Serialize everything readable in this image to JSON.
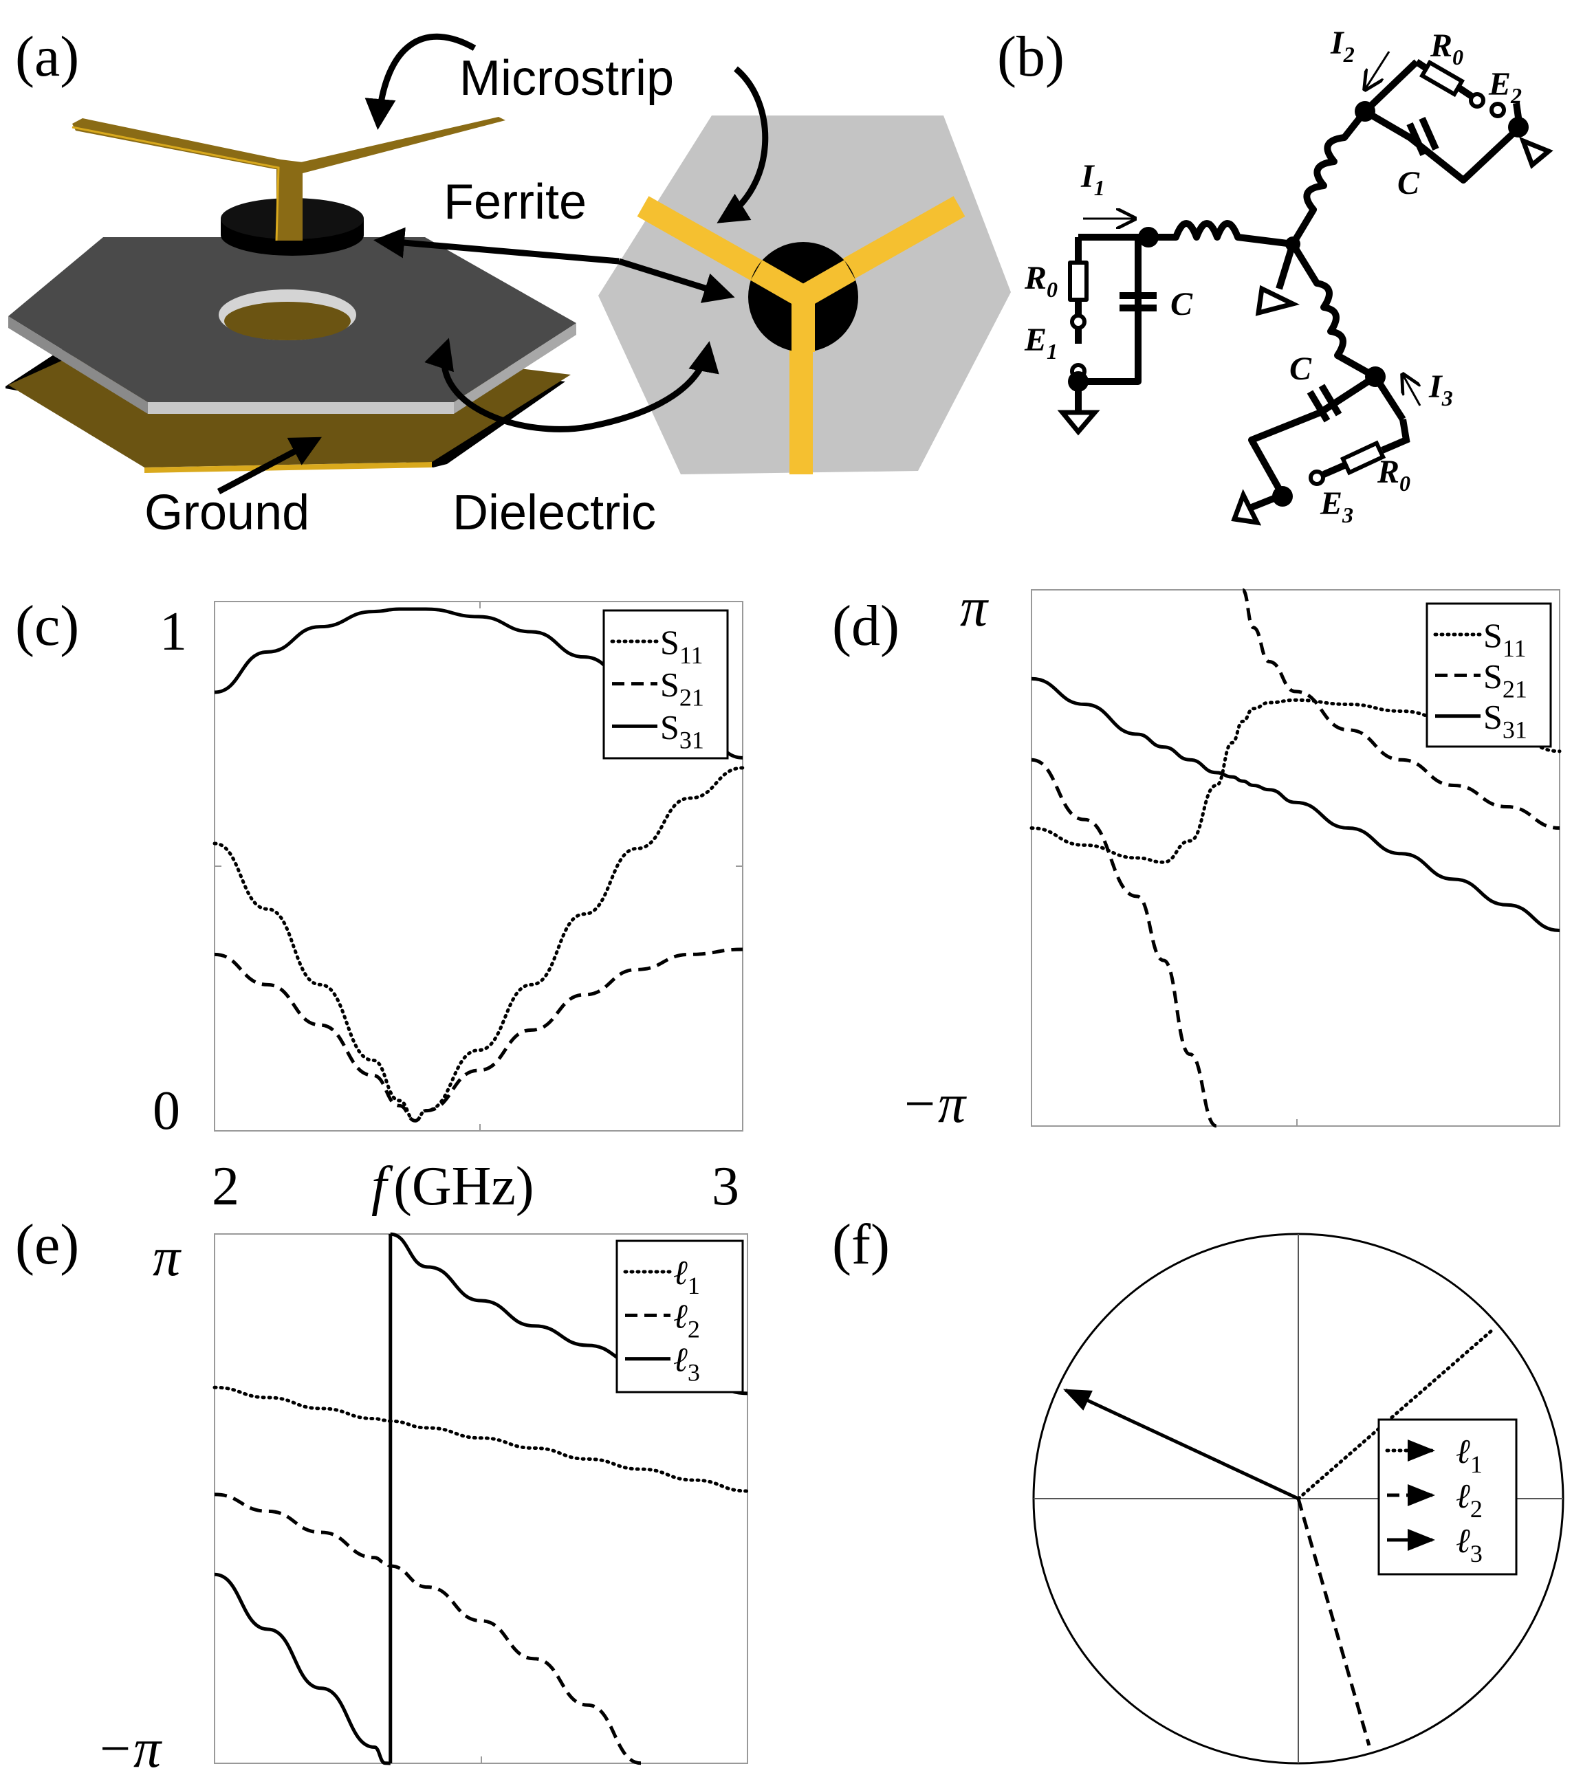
{
  "panels": {
    "a": {
      "label": "(a)",
      "labels": {
        "microstrip": "Microstrip",
        "ferrite": "Ferrite",
        "ground": "Ground",
        "dielectric": "Dielectric"
      },
      "colors": {
        "gold": "#d9a91d",
        "gold_dark": "#6b5412",
        "dielectric": "#4a4a4a",
        "plate_gray": "#c4c4c4",
        "ferrite": "#000000"
      }
    },
    "b": {
      "label": "(b)",
      "labels": {
        "I1": "I",
        "I1_sub": "1",
        "I2": "I",
        "I2_sub": "2",
        "I3": "I",
        "I3_sub": "3",
        "E1": "E",
        "E1_sub": "1",
        "E2": "E",
        "E2_sub": "2",
        "E3": "E",
        "E3_sub": "3",
        "R0": "R",
        "R0_sub": "0",
        "C": "C"
      }
    },
    "c": {
      "label": "(c)",
      "y_ticks": {
        "top": "1",
        "bottom": "0"
      },
      "x_ticks": {
        "left": "2",
        "right": "3"
      },
      "x_label_sym": "f",
      "x_label_unit": "(GHz)",
      "legend": [
        {
          "name": "S",
          "sub": "11",
          "style": "dotted"
        },
        {
          "name": "S",
          "sub": "21",
          "style": "dashed"
        },
        {
          "name": "S",
          "sub": "31",
          "style": "solid"
        }
      ]
    },
    "d": {
      "label": "(d)",
      "y_ticks": {
        "top": "π",
        "bottom": "−π"
      },
      "legend": [
        {
          "name": "S",
          "sub": "11",
          "style": "dotted"
        },
        {
          "name": "S",
          "sub": "21",
          "style": "dashed"
        },
        {
          "name": "S",
          "sub": "31",
          "style": "solid"
        }
      ]
    },
    "e": {
      "label": "(e)",
      "y_ticks": {
        "top": "π",
        "bottom": "−π"
      },
      "legend": [
        {
          "name": "ℓ",
          "sub": "1",
          "style": "dotted"
        },
        {
          "name": "ℓ",
          "sub": "2",
          "style": "dashed"
        },
        {
          "name": "ℓ",
          "sub": "3",
          "style": "solid"
        }
      ]
    },
    "f": {
      "label": "(f)",
      "legend": [
        {
          "name": "ℓ",
          "sub": "1",
          "style": "dotted"
        },
        {
          "name": "ℓ",
          "sub": "2",
          "style": "dashed"
        },
        {
          "name": "ℓ",
          "sub": "3",
          "style": "solid"
        }
      ]
    }
  },
  "chart_data": [
    {
      "panel": "c",
      "type": "line",
      "x": [
        2.0,
        2.1,
        2.2,
        2.3,
        2.35,
        2.38,
        2.4,
        2.5,
        2.6,
        2.7,
        2.8,
        2.9,
        3.0
      ],
      "xlim": [
        2,
        3
      ],
      "ylim": [
        0,
        1.05
      ],
      "series": [
        {
          "name": "S11",
          "style": "dotted",
          "values": [
            0.57,
            0.44,
            0.29,
            0.14,
            0.06,
            0.02,
            0.04,
            0.16,
            0.29,
            0.43,
            0.56,
            0.66,
            0.72
          ]
        },
        {
          "name": "S21",
          "style": "dashed",
          "values": [
            0.35,
            0.29,
            0.21,
            0.11,
            0.05,
            0.02,
            0.04,
            0.12,
            0.2,
            0.27,
            0.32,
            0.35,
            0.36
          ]
        },
        {
          "name": "S31",
          "style": "solid",
          "values": [
            0.87,
            0.95,
            1.0,
            1.03,
            1.035,
            1.035,
            1.035,
            1.02,
            0.99,
            0.94,
            0.88,
            0.81,
            0.74
          ]
        }
      ]
    },
    {
      "panel": "d",
      "type": "line",
      "x": [
        2.0,
        2.1,
        2.2,
        2.25,
        2.3,
        2.35,
        2.38,
        2.4,
        2.42,
        2.45,
        2.5,
        2.6,
        2.7,
        2.8,
        2.9,
        3.0
      ],
      "xlim": [
        2,
        3
      ],
      "ylim": [
        -3.1416,
        3.1416
      ],
      "series": [
        {
          "name": "S11",
          "style": "dotted",
          "values": [
            0.35,
            0.15,
            -0.0,
            -0.05,
            0.2,
            0.85,
            1.35,
            1.6,
            1.75,
            1.82,
            1.85,
            1.8,
            1.72,
            1.6,
            1.45,
            1.25
          ]
        },
        {
          "name": "S21",
          "style": "dashed",
          "values": [
            1.15,
            0.45,
            -0.45,
            -1.2,
            -2.3,
            -3.14,
            null,
            3.14,
            2.7,
            2.3,
            1.95,
            1.5,
            1.15,
            0.85,
            0.6,
            0.35
          ]
        },
        {
          "name": "S31",
          "style": "solid",
          "values": [
            2.1,
            1.8,
            1.45,
            1.3,
            1.15,
            1.0,
            0.95,
            0.9,
            0.85,
            0.8,
            0.65,
            0.35,
            0.05,
            -0.25,
            -0.55,
            -0.85
          ]
        }
      ]
    },
    {
      "panel": "e",
      "type": "line",
      "x": [
        2.0,
        2.1,
        2.2,
        2.3,
        2.32,
        2.33,
        2.4,
        2.5,
        2.6,
        2.7,
        2.8,
        2.9,
        3.0
      ],
      "xlim": [
        2,
        3
      ],
      "ylim": [
        -3.1416,
        3.1416
      ],
      "series": [
        {
          "name": "ℓ1",
          "style": "dotted",
          "values": [
            1.32,
            1.2,
            1.07,
            0.95,
            0.93,
            0.92,
            0.84,
            0.72,
            0.6,
            0.47,
            0.35,
            0.22,
            0.09
          ]
        },
        {
          "name": "ℓ2",
          "style": "dashed",
          "values": [
            0.05,
            -0.15,
            -0.4,
            -0.7,
            -0.76,
            -0.8,
            -1.05,
            -1.45,
            -1.9,
            -2.45,
            -3.14,
            null,
            null
          ]
        },
        {
          "name": "ℓ3",
          "style": "solid",
          "values": [
            -0.9,
            -1.55,
            -2.25,
            -2.95,
            -3.14,
            3.14,
            2.75,
            2.35,
            2.05,
            1.82,
            1.58,
            1.42,
            1.25
          ]
        }
      ]
    },
    {
      "panel": "f",
      "type": "polar",
      "series": [
        {
          "name": "ℓ1",
          "style": "dotted",
          "angle_deg": 41,
          "radius": 1.0
        },
        {
          "name": "ℓ2",
          "style": "dashed",
          "angle_deg": -74,
          "radius": 1.0
        },
        {
          "name": "ℓ3",
          "style": "solid",
          "angle_deg": 155,
          "radius": 1.0
        }
      ]
    }
  ]
}
